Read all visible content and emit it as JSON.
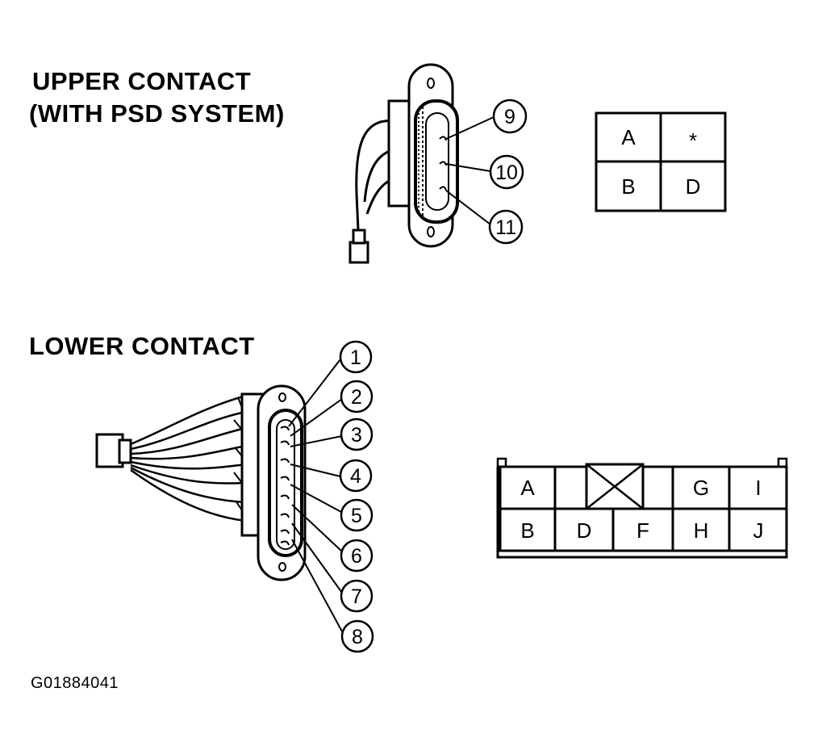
{
  "upper": {
    "title_line1": "UPPER CONTACT",
    "title_line2": "(WITH PSD SYSTEM)",
    "callouts": [
      "9",
      "10",
      "11"
    ],
    "cells": [
      "A",
      "*",
      "B",
      "D"
    ]
  },
  "lower": {
    "title": "LOWER CONTACT",
    "callouts": [
      "1",
      "2",
      "3",
      "4",
      "5",
      "6",
      "7",
      "8"
    ],
    "cells": {
      "A": "A",
      "G": "G",
      "I": "I",
      "B": "B",
      "D": "D",
      "F": "F",
      "H": "H",
      "J": "J"
    }
  },
  "figure_code": "G01884041"
}
